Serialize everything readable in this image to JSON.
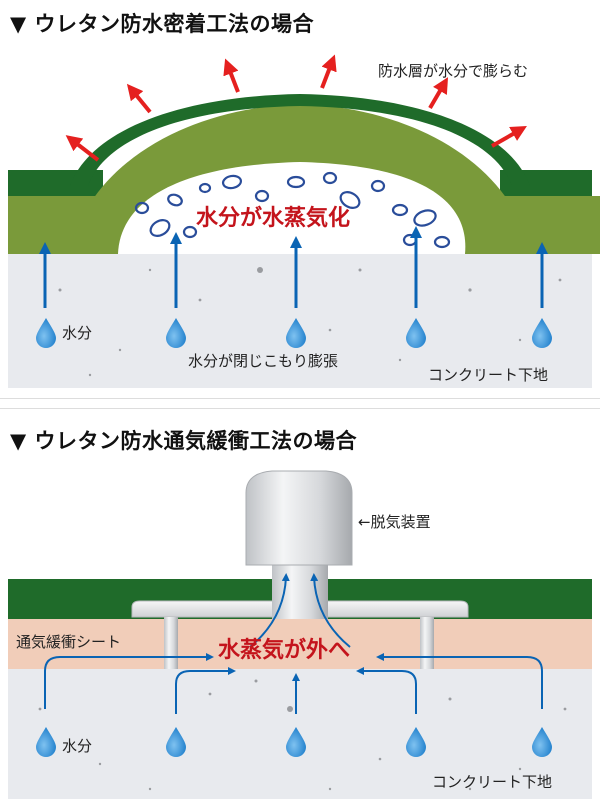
{
  "panel_top": {
    "title": "▼ ウレタン防水密着工法の場合",
    "label_expand": "防水層が水分で膨らむ",
    "label_vapor": "水分が水蒸気化",
    "label_water": "水分",
    "label_trapped": "水分が閉じこもり膨張",
    "label_base": "コンクリート下地"
  },
  "panel_bottom": {
    "title": "▼ ウレタン防水通気緩衝工法の場合",
    "label_device": "←脱気装置",
    "label_sheet": "通気緩衝シート",
    "label_out": "水蒸気が外へ",
    "label_water": "水分",
    "label_base": "コンクリート下地"
  },
  "colors": {
    "green_dark": "#1f6b2a",
    "green_olive": "#7a9a3a",
    "concrete": "#e8eaee",
    "sheet": "#f1cdb9",
    "arrow_blue": "#0a64b4",
    "arrow_red": "#e5201f",
    "text_red": "#c4141c"
  }
}
